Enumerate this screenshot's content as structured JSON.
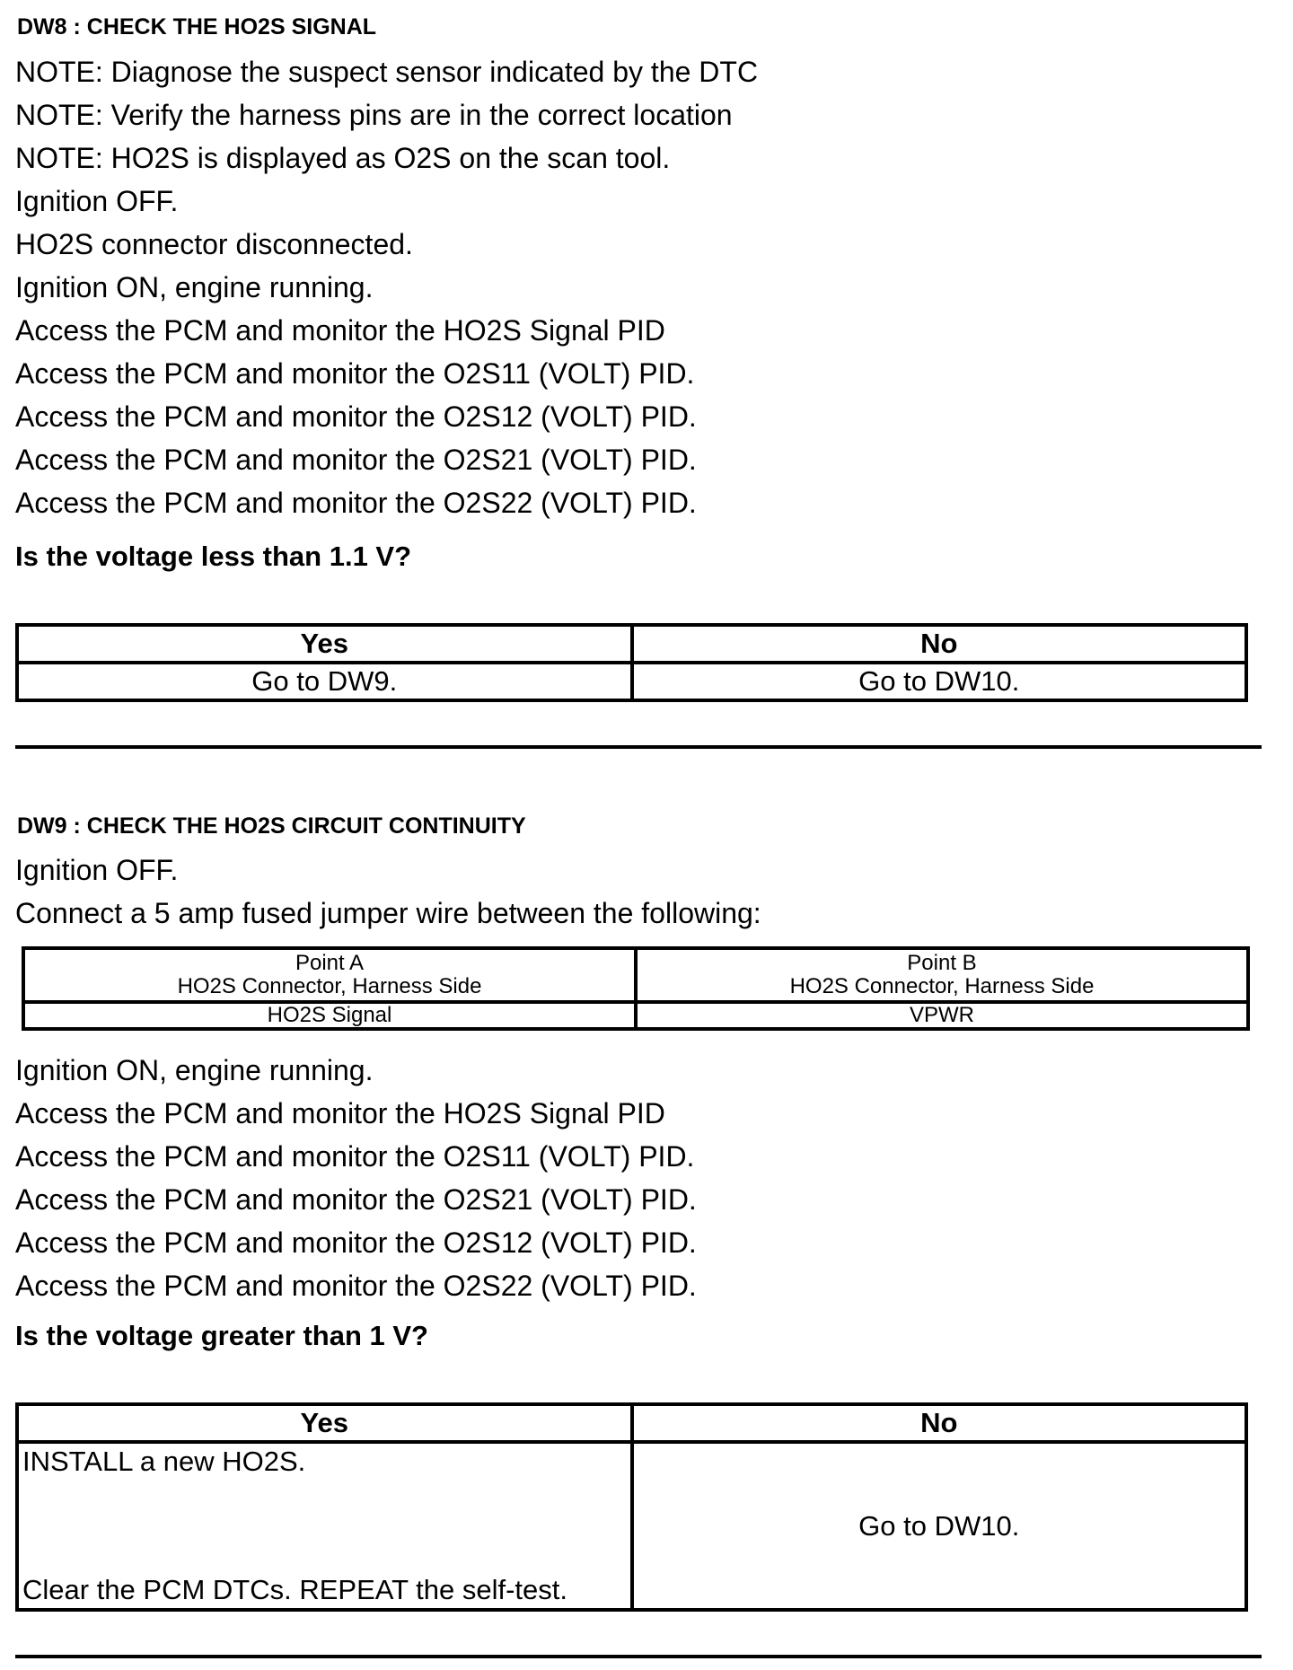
{
  "dw8": {
    "heading": "DW8 : CHECK THE HO2S SIGNAL",
    "lines": [
      "NOTE: Diagnose the suspect sensor indicated by the DTC",
      "NOTE: Verify the harness pins are in the correct location",
      "NOTE:  HO2S is displayed as O2S on the scan tool.",
      "Ignition OFF.",
      "HO2S connector disconnected.",
      "Ignition ON, engine running.",
      "Access the PCM and monitor the HO2S Signal PID",
      "Access the PCM and monitor the  O2S11 (VOLT) PID.",
      "Access the PCM and monitor the  O2S12 (VOLT) PID.",
      "Access the PCM and monitor the  O2S21 (VOLT) PID.",
      "Access the PCM and monitor the  O2S22 (VOLT) PID."
    ],
    "question": "Is the voltage less than 1.1 V?",
    "table": {
      "yes_header": "Yes",
      "no_header": "No",
      "yes_value": "Go to DW9.",
      "no_value": "Go to DW10."
    }
  },
  "dw9": {
    "heading": "DW9 : CHECK THE HO2S CIRCUIT CONTINUITY",
    "lines_before": [
      "Ignition OFF.",
      "Connect a 5 amp fused jumper wire between the following:"
    ],
    "points": {
      "a_title": "Point A",
      "a_sub": "HO2S Connector, Harness Side",
      "b_title": "Point B",
      "b_sub": "HO2S Connector, Harness Side",
      "a_value": "HO2S Signal",
      "b_value": "VPWR"
    },
    "lines_after": [
      "Ignition ON, engine running.",
      "Access the PCM and monitor the HO2S Signal PID",
      "Access the PCM and monitor the  O2S11 (VOLT) PID.",
      "Access the PCM and monitor the  O2S21 (VOLT) PID.",
      "Access the PCM and monitor the  O2S12 (VOLT) PID.",
      "Access the PCM and monitor the  O2S22 (VOLT) PID."
    ],
    "question": "Is the voltage greater than 1 V?",
    "table": {
      "yes_header": "Yes",
      "no_header": "No",
      "yes_line1": "INSTALL a new HO2S.",
      "yes_line2": "Clear the PCM DTCs. REPEAT the self-test.",
      "no_value": "Go to DW10."
    }
  }
}
